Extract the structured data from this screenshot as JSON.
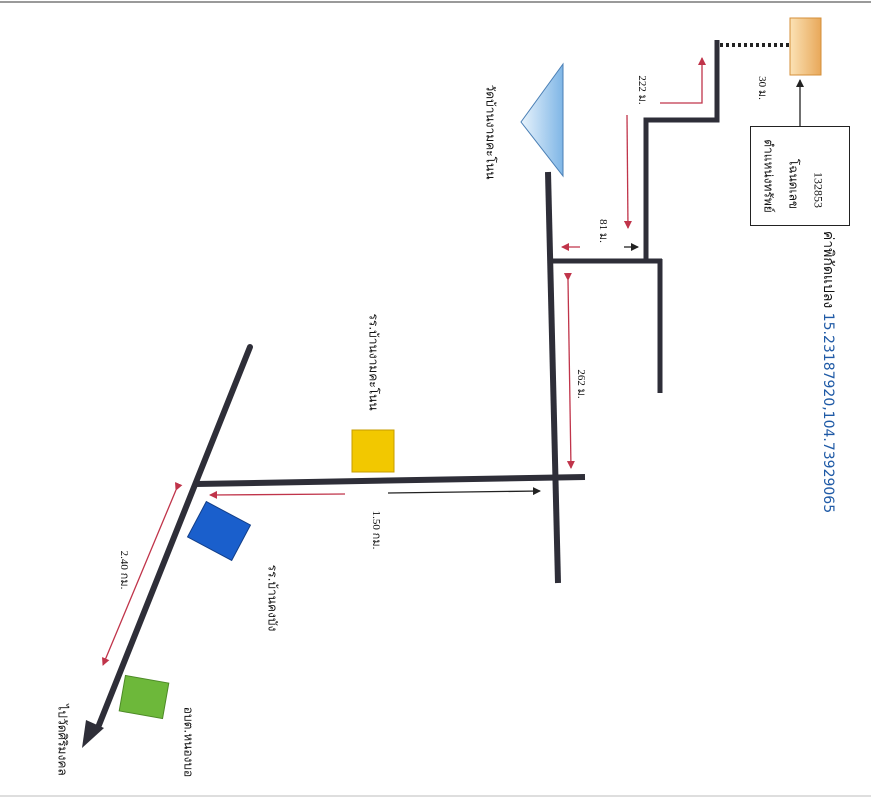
{
  "map": {
    "labels": {
      "to_destination": "ไปวัดศิริมงคล",
      "sao": "อบต.หนองบอ",
      "school_1": "รร.บ้านคงบัง",
      "school_2": "รร.บ้านงามคะโนน",
      "temple": "วัดบ้านงามคะโนน"
    },
    "distances": {
      "d1": "2.40 กม.",
      "d2": "1.50 กม.",
      "d3": "262 ม.",
      "d4": "81 ม.",
      "d5": "222 ม.",
      "d6": "30 ม."
    },
    "plot_box": {
      "line1": "ตำแหน่งทรัพย์",
      "line2": "โฉนดเลข",
      "line3": "132853"
    },
    "coordinates": {
      "label": "ค่าพิกัดแปลง",
      "value": "15.23187920,104.73929065"
    },
    "colors": {
      "road": "#2e2e38",
      "arrow": "#c0344a",
      "green": "#6db83a",
      "blue": "#1a5fcc",
      "yellow": "#f2c800",
      "orange": "#f1c27a",
      "temple": "#9cc8ee",
      "coord_value": "#1f5aa6"
    }
  }
}
